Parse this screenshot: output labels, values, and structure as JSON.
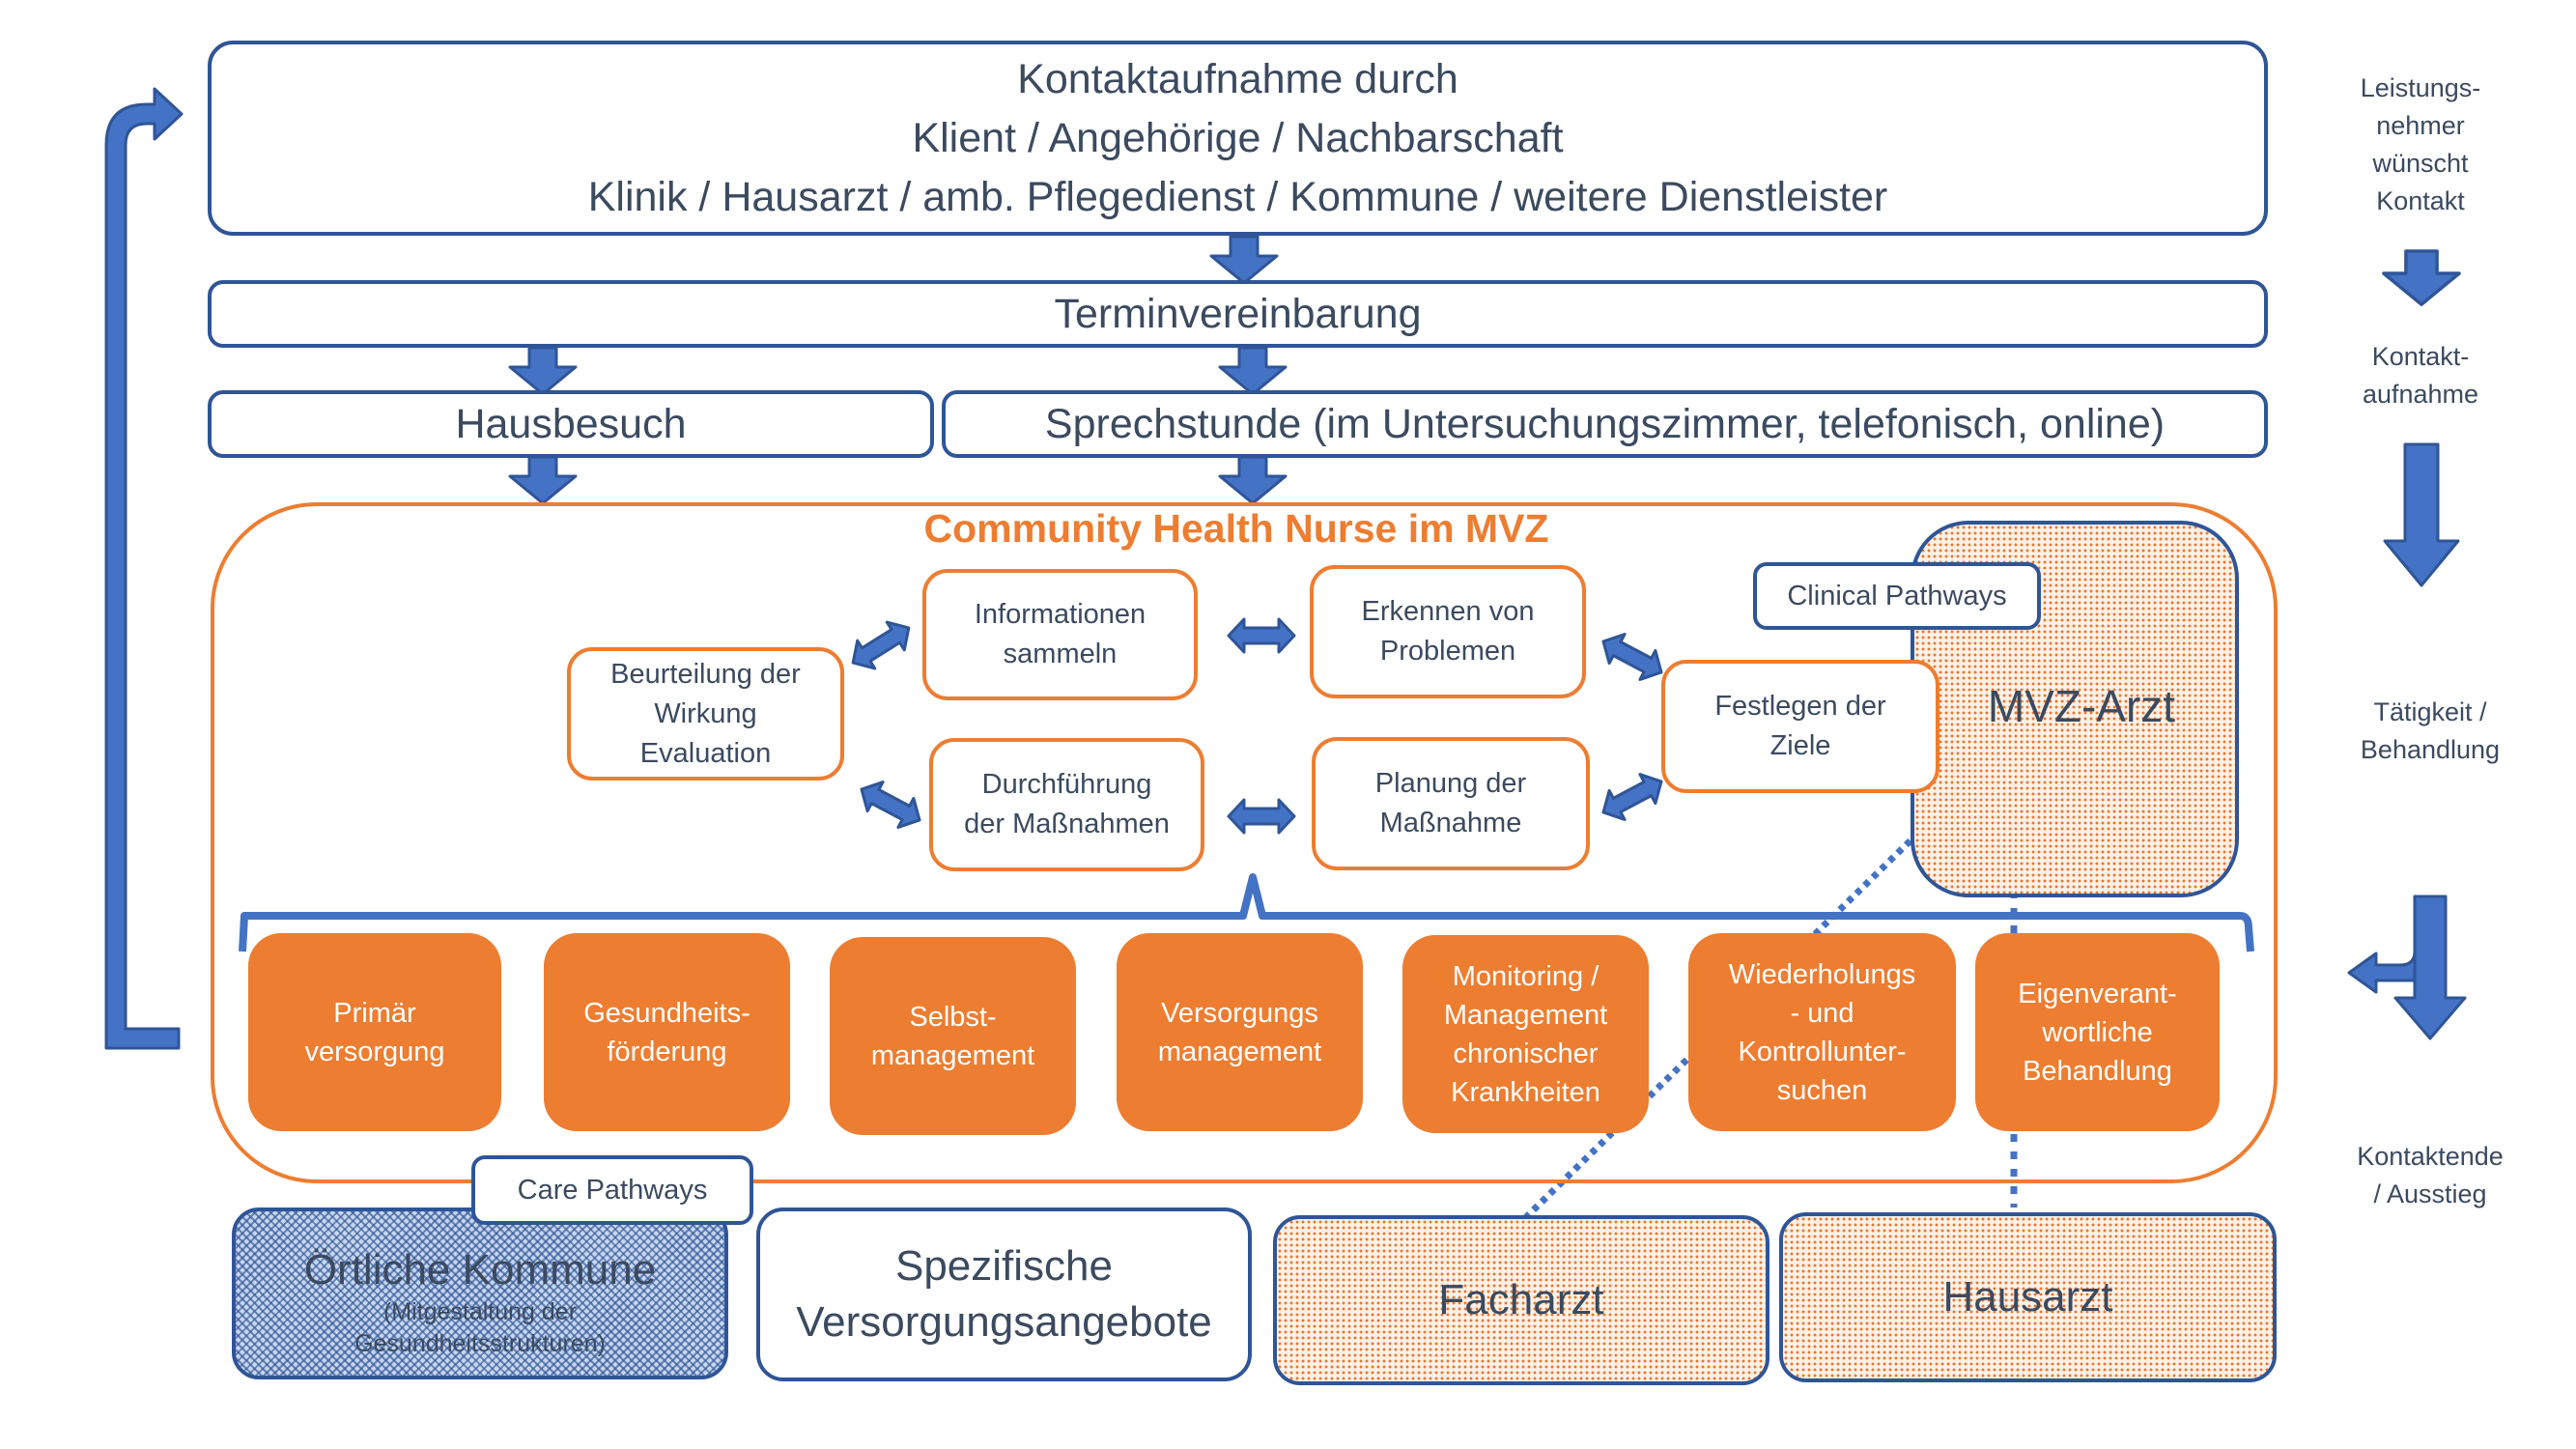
{
  "contact_box": {
    "lines": [
      "Kontaktaufnahme durch",
      "Klient / Angehörige / Nachbarschaft",
      "Klinik / Hausarzt / amb. Pflegedienst / Kommune / weitere Dienstleister"
    ]
  },
  "appointment_box": {
    "label": "Terminvereinbarung"
  },
  "channels": {
    "home_visit": "Hausbesuch",
    "consultation": "Sprechstunde (im Untersuchungszimmer, telefonisch, online)"
  },
  "chn_section": {
    "title": "Community Health Nurse im MVZ",
    "cycle_steps": [
      {
        "id": "informationen",
        "lines": [
          "Informationen",
          "sammeln"
        ]
      },
      {
        "id": "erkennen",
        "lines": [
          "Erkennen von",
          "Problemen"
        ]
      },
      {
        "id": "festlegen",
        "lines": [
          "Festlegen der",
          "Ziele"
        ]
      },
      {
        "id": "planung",
        "lines": [
          "Planung der",
          "Maßnahme"
        ]
      },
      {
        "id": "durchfuehrung",
        "lines": [
          "Durchführung",
          "der Maßnahmen"
        ]
      },
      {
        "id": "beurteilung",
        "lines": [
          "Beurteilung der",
          "Wirkung",
          "Evaluation"
        ]
      }
    ],
    "clinical_pathways": "Clinical Pathways",
    "mvz_arzt": "MVZ-Arzt",
    "services": [
      {
        "lines": [
          "Primär",
          "versorgung"
        ]
      },
      {
        "lines": [
          "Gesundheits-",
          "förderung"
        ]
      },
      {
        "lines": [
          "Selbst-",
          "management"
        ]
      },
      {
        "lines": [
          "Versorgungs",
          "management"
        ]
      },
      {
        "lines": [
          "Monitoring /",
          "Management",
          "chronischer",
          "Krankheiten"
        ]
      },
      {
        "lines": [
          "Wiederholungs",
          "- und",
          "Kontrollunter-",
          "suchen"
        ]
      },
      {
        "lines": [
          "Eigenverant-",
          "wortliche",
          "Behandlung"
        ]
      }
    ]
  },
  "bottom": {
    "care_pathways": "Care Pathways",
    "kommune": {
      "title": "Örtliche Kommune",
      "sub_lines": [
        "(Mitgestaltung der",
        "Gesundheitsstrukturen)"
      ]
    },
    "spezifische": {
      "lines": [
        "Spezifische",
        "Versorgungsangebote"
      ]
    },
    "facharzt": "Facharzt",
    "hausarzt": "Hausarzt"
  },
  "side_labels": {
    "wish": [
      "Leistungs-",
      "nehmer",
      "wünscht",
      "Kontakt"
    ],
    "contact": [
      "Kontakt-",
      "aufnahme"
    ],
    "treatment": [
      "Tätigkeit /",
      "Behandlung"
    ],
    "end": [
      "Kontaktende",
      "/ Ausstieg"
    ]
  },
  "colors": {
    "blue_border": "#2f5597",
    "blue_arrow": "#4472c4",
    "orange": "#ed7d31",
    "text": "#3b4a5f"
  }
}
